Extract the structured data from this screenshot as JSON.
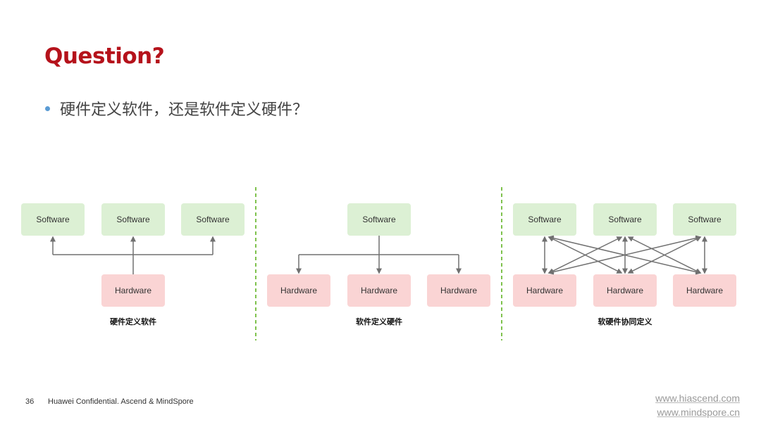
{
  "slide": {
    "title": "Question?",
    "bullet": "硬件定义软件，还是软件定义硬件？"
  },
  "diagram": {
    "colors": {
      "software_fill": "#dcf0d4",
      "hardware_fill": "#fad4d4",
      "arrow": "#707070",
      "divider": "#7fc24e"
    },
    "panels": [
      {
        "caption": "硬件定义软件",
        "software": [
          "Software",
          "Software",
          "Software"
        ],
        "hardware": [
          "Hardware"
        ]
      },
      {
        "caption": "软件定义硬件",
        "software": [
          "Software"
        ],
        "hardware": [
          "Hardware",
          "Hardware",
          "Hardware"
        ]
      },
      {
        "caption": "软硬件协同定义",
        "software": [
          "Software",
          "Software",
          "Software"
        ],
        "hardware": [
          "Hardware",
          "Hardware",
          "Hardware"
        ]
      }
    ]
  },
  "footer": {
    "page_number": "36",
    "text": "Huawei Confidential. Ascend & MindSpore",
    "links": [
      "www.hiascend.com",
      "www.mindspore.cn"
    ]
  }
}
